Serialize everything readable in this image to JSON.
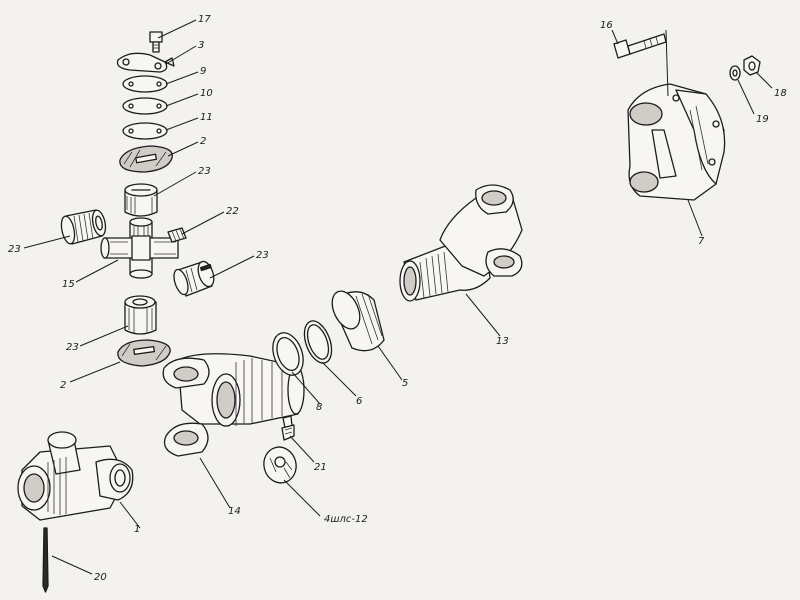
{
  "diagram": {
    "labels": {
      "p1": "1",
      "p2a": "2",
      "p2b": "2",
      "p3": "3",
      "p5": "5",
      "p6": "6",
      "p7": "7",
      "p8": "8",
      "p9": "9",
      "p10": "10",
      "p11": "11",
      "p13": "13",
      "p14": "14",
      "p15": "15",
      "p16": "16",
      "p17": "17",
      "p18": "18",
      "p19": "19",
      "p20": "20",
      "p21": "21",
      "p22": "22",
      "p23a": "23",
      "p23b": "23",
      "p23c": "23",
      "p23d": "23",
      "lube": "4шлс-12"
    }
  }
}
